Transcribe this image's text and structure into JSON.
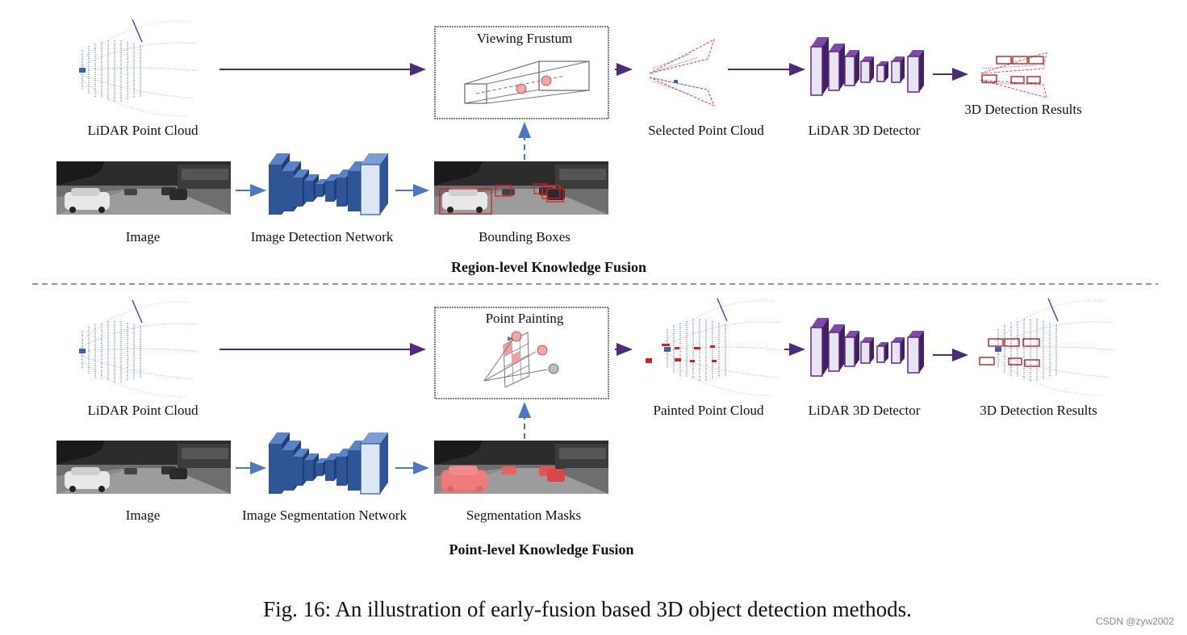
{
  "top": {
    "lidar_label": "LiDAR Point Cloud",
    "frustum_title": "Viewing Frustum",
    "selected_label": "Selected Point Cloud",
    "detector_label": "LiDAR 3D Detector",
    "results_label": "3D Detection Results",
    "image_label": "Image",
    "network_label": "Image Detection Network",
    "boxes_label": "Bounding Boxes",
    "section_title": "Region-level Knowledge Fusion"
  },
  "bottom": {
    "lidar_label": "LiDAR Point Cloud",
    "painting_title": "Point Painting",
    "painted_label": "Painted Point Cloud",
    "detector_label": "LiDAR 3D Detector",
    "results_label": "3D Detection Results",
    "image_label": "Image",
    "network_label": "Image Segmentation Network",
    "masks_label": "Segmentation Masks",
    "section_title": "Point-level Knowledge Fusion"
  },
  "caption": "Fig. 16: An illustration of early-fusion based 3D object detection methods.",
  "watermark": "CSDN @zyw2002",
  "colors": {
    "arrow_purple": "#4b2c7a",
    "arrow_blue": "#4a78c2",
    "detector_purple": "#5a2d82",
    "network_blue": "#2f5597",
    "box_red": "#d42020",
    "mask_red": "#f07070"
  }
}
